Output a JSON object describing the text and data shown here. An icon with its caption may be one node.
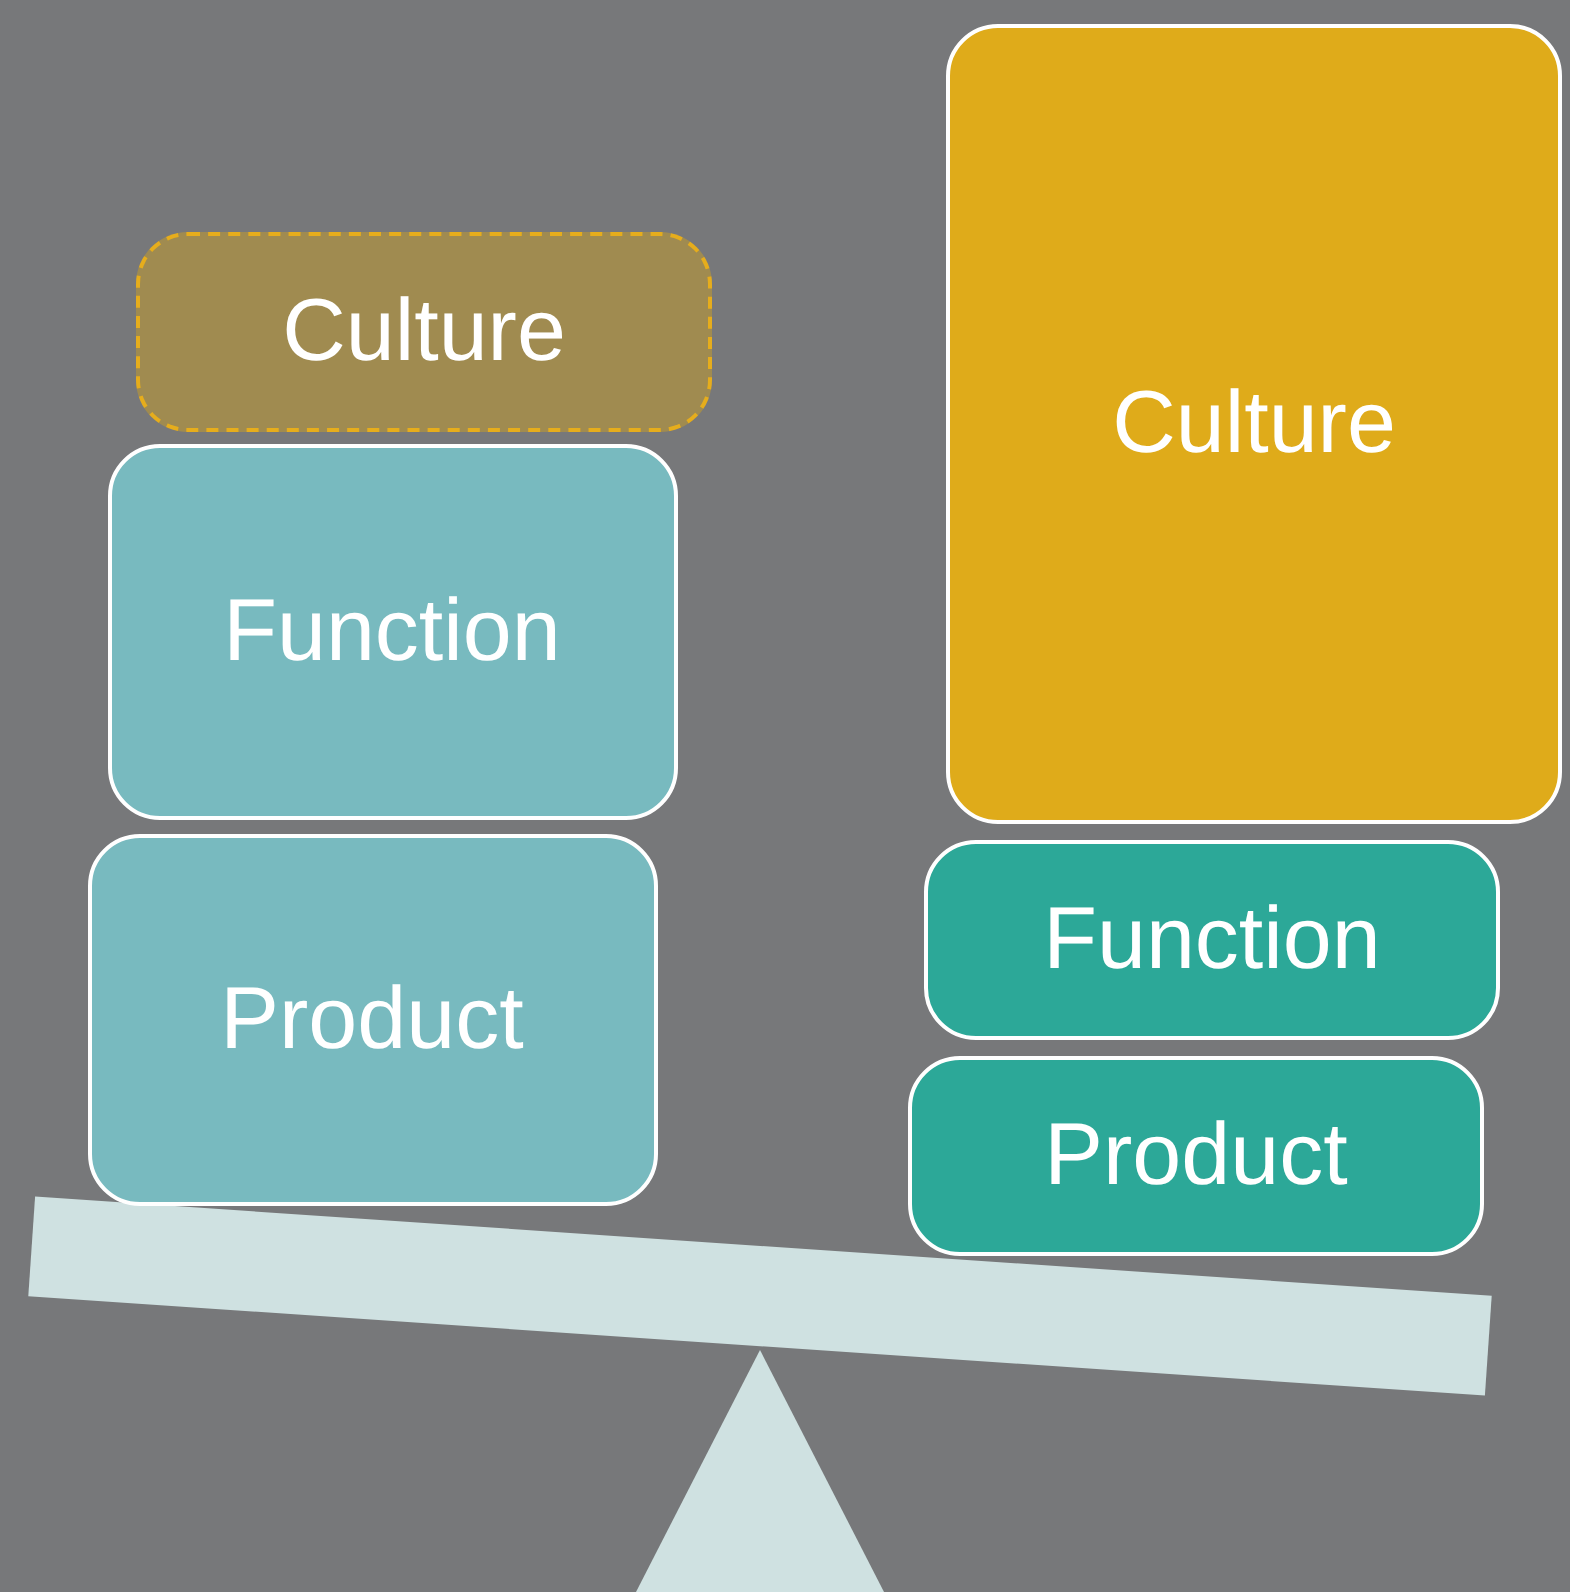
{
  "diagram": {
    "nodes": [
      {
        "text": [
          "Culture"
        ]
      },
      {
        "text": [
          "Function"
        ]
      },
      {
        "text": [
          "Product"
        ]
      },
      {
        "text": [
          "Culture"
        ]
      },
      {
        "text": [
          "Function"
        ]
      },
      {
        "text": [
          "Product"
        ]
      }
    ]
  }
}
